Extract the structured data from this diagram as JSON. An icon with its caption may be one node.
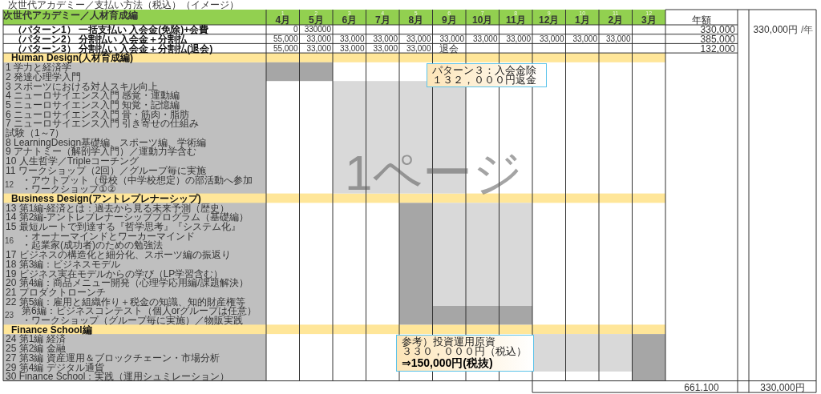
{
  "diagram": {
    "title": "次世代アカデミー／支払い方法（税込）（イメージ）",
    "nodes": [
      {
        "text": [
          "パターン３：入会金除",
          "１３２，０００円返金"
        ]
      },
      {
        "text": [
          "参考）投資運用原資",
          "３３０，０００円（税込）",
          "⇒150,000円(税抜)"
        ]
      }
    ],
    "labels": [
      "次世代アカデミー／人材育成編",
      "1",
      "4月",
      "2",
      "5月",
      "3",
      "6月",
      "4",
      "7月",
      "5",
      "8月",
      "6",
      "9月",
      "7",
      "10月",
      "8",
      "11月",
      "9",
      "12月",
      "10",
      "1月",
      "11",
      "2月",
      "12",
      "3月",
      "年額",
      "（パターン1） 一括支払い 入会金(免除)+会費",
      "0",
      "330000",
      "330,000",
      "330,000円",
      "/年",
      "（パターン2） 分割払い 入会金＋分割払",
      "55,000",
      "33,000",
      "33,000",
      "33,000",
      "33,000",
      "33,000",
      "33,000",
      "33,000",
      "33,000",
      "33,000",
      "33,000",
      "385,000",
      "（パターン3） 分割払い 入会金＋分割払(退会)",
      "55,000",
      "33,000",
      "33,000",
      "33,000",
      "33,000",
      "退会",
      "132,000",
      "Human Design(人材育成編)",
      "1 学力と経済学",
      "2 発達心理学入門",
      "3 スポーツにおける対人スキル向上",
      "4 ニューロサイエンス入門 感覚・運動編",
      "5 ニューロサイエンス入門 知覚・記憶編",
      "6 ニューロサイエンス入門 骨・筋肉・脂肪",
      "7 ニューロサイエンス入門 引き寄せの仕組み",
      "試験（1～7）",
      "8 LearningDesign基礎編、スポーツ編、学術編",
      "9 アナトミー（解剖学入門）／運動力学含む",
      "10 人生哲学／Tripleコーチング",
      "11 ワークショップ（2回）／グループ毎に実施",
      "12",
      "・アウトプット（母校（中学校想定）の部活動へ参加",
      "・ワークショップ①②",
      "Business Design(アントレプレナーシップ)",
      "13 第1編-経済とは：過去から見る未来予測（歴史）",
      "14 第2編-アントレプレナーシッププログラム（基礎編）",
      "15 最短ルートで到達する『哲学思考』『システム化』",
      "16",
      "・オーナーマインドとワーカーマインド",
      "・起業家(成功者)のための勉強法",
      "17 ビジネスの構造化と細分化、スポーツ編の振返り",
      "18 第3編：ビジネスモデル",
      "19 ビジネス実在モデルからの学び（LP学習含む）",
      "20 第4編：商品メニュー開発（心理学応用編/課題解決）",
      "21 プロダクトローンチ",
      "22 第5編：雇用と組織作り＋税金の知識、知的財産権等",
      "23",
      "第6編：ビジネスコンテスト（個人orグループは任意）",
      "・ワークショップ（グループ毎に実施）／物販実践",
      "Finance School編",
      "24 第1編 経済",
      "25 第2編 金融",
      "27 第3編 資産運用＆ブロックチェーン・市場分析",
      "29 第4編 デジタル通貨",
      "30 Finance School：実践（運用シュミレーション）",
      "1ページ",
      "661.100",
      "330,000円"
    ]
  }
}
